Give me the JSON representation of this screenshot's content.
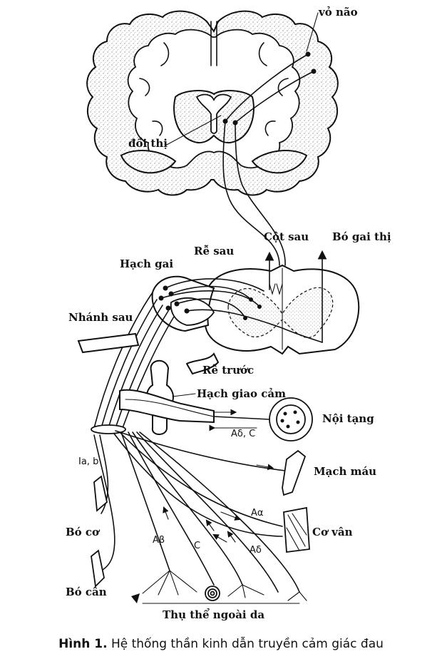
{
  "figure": {
    "labels": {
      "cortex": "vỏ não",
      "thalamus": "đồi thị",
      "dorsal_column": "Cột sau",
      "spinothalamic": "Bó gai thị",
      "dorsal_root": "Rễ sau",
      "dorsal_root_ganglion": "Hạch gai",
      "dorsal_branch": "Nhánh sau",
      "ventral_root": "Rễ trước",
      "sympathetic_ganglion": "Hạch giao cảm",
      "viscera": "Nội tạng",
      "fiber_a_delta_c": "Aδ, C",
      "blood_vessel": "Mạch máu",
      "fiber_ia_b": "Ia, b",
      "fiber_a_alpha": "Aα",
      "skeletal_muscle": "Cơ vân",
      "muscle_spindle": "Bó cơ",
      "fiber_a_beta": "Aβ",
      "fiber_c": "C",
      "fiber_a_delta": "Aδ",
      "tendon_organ": "Bó cân",
      "skin_receptors": "Thụ thể ngoài da"
    },
    "caption_prefix": "Hình 1.",
    "caption_text": " Hệ thống thần kinh dẫn truyền cảm giác đau"
  }
}
